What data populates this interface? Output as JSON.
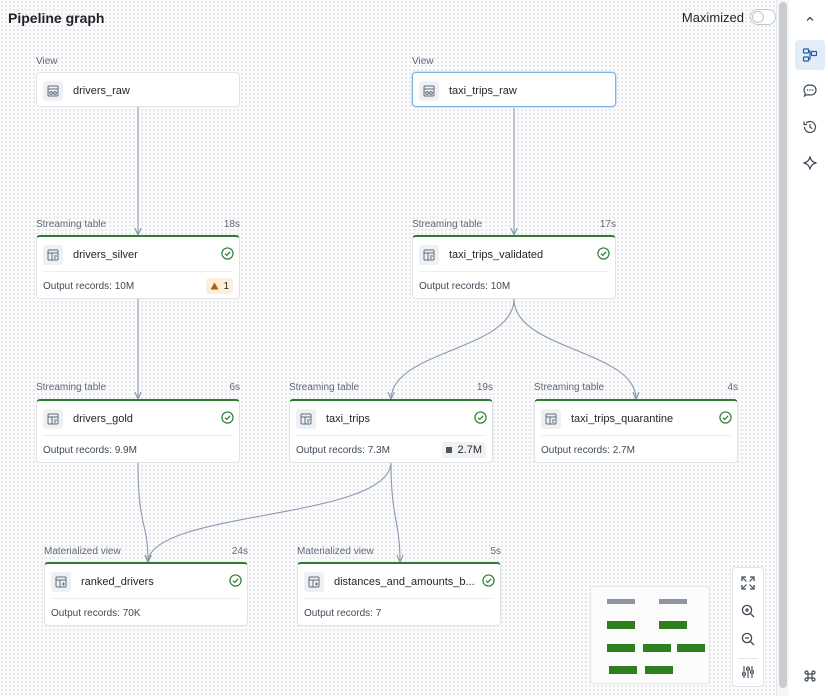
{
  "header": {
    "title": "Pipeline graph",
    "maximized_label": "Maximized",
    "maximized": false
  },
  "nodes": {
    "drivers_raw": {
      "type": "View",
      "name": "drivers_raw",
      "icon": "view-icon"
    },
    "taxi_trips_raw": {
      "type": "View",
      "name": "taxi_trips_raw",
      "icon": "view-icon",
      "selected": true
    },
    "drivers_silver": {
      "type": "Streaming table",
      "name": "drivers_silver",
      "time": "18s",
      "records": "Output records: 10M",
      "badge": "1",
      "badge_icon": "warning-icon",
      "status": "success"
    },
    "taxi_trips_validated": {
      "type": "Streaming table",
      "name": "taxi_trips_validated",
      "time": "17s",
      "records": "Output records: 10M",
      "status": "success"
    },
    "drivers_gold": {
      "type": "Streaming table",
      "name": "drivers_gold",
      "time": "6s",
      "records": "Output records: 9.9M",
      "status": "success"
    },
    "taxi_trips": {
      "type": "Streaming table",
      "name": "taxi_trips",
      "time": "19s",
      "records": "Output records: 7.3M",
      "badge": "2.7M",
      "badge_icon": "square-icon",
      "status": "success"
    },
    "taxi_trips_quarantine": {
      "type": "Streaming table",
      "name": "taxi_trips_quarantine",
      "time": "4s",
      "records": "Output records: 2.7M",
      "status": "success"
    },
    "ranked_drivers": {
      "type": "Materialized view",
      "name": "ranked_drivers",
      "time": "24s",
      "records": "Output records: 70K",
      "status": "success"
    },
    "distances_and_amounts": {
      "type": "Materialized view",
      "name": "distances_and_amounts_b...",
      "time": "5s",
      "records": "Output records: 7",
      "status": "success"
    }
  },
  "sidebar": {
    "items": [
      {
        "icon": "collapse-up-icon"
      },
      {
        "icon": "graph-icon",
        "active": true
      },
      {
        "icon": "comment-icon"
      },
      {
        "icon": "history-icon"
      },
      {
        "icon": "sparkle-icon"
      },
      {
        "icon": "command-icon"
      }
    ]
  },
  "controls": {
    "items": [
      {
        "icon": "fit-view-icon"
      },
      {
        "icon": "zoom-in-icon"
      },
      {
        "icon": "zoom-out-icon"
      },
      {
        "icon": "settings-sliders-icon"
      }
    ]
  },
  "colors": {
    "success": "#2e7d32",
    "edge": "#8a9bb0",
    "selected_border": "#7ab3e6",
    "minimap_node": "#2e7d1e"
  }
}
